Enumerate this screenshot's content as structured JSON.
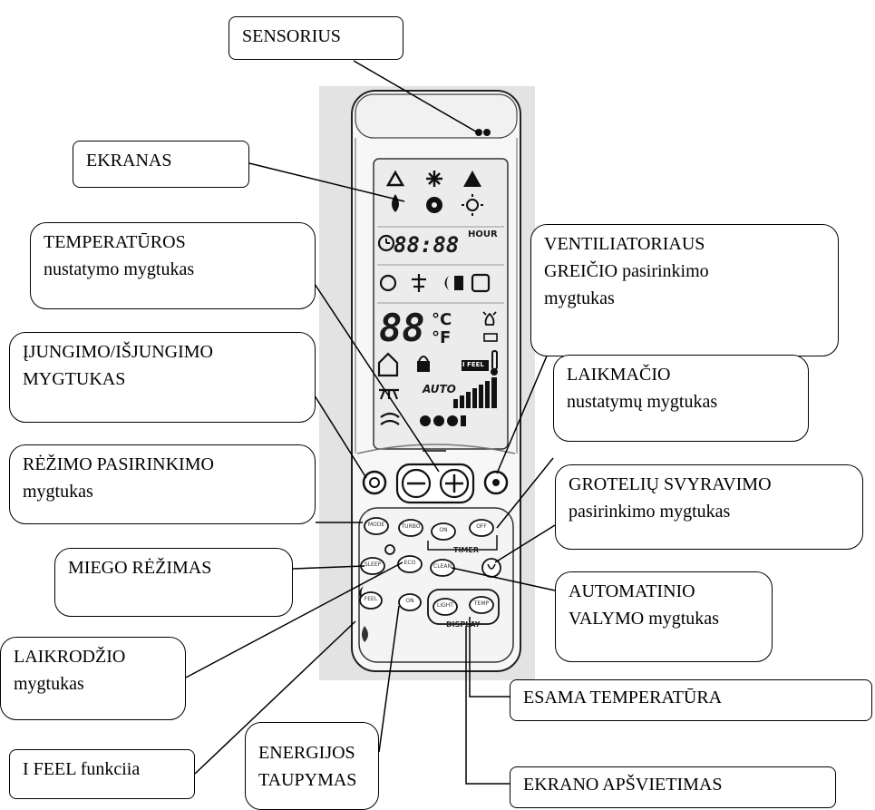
{
  "labels": {
    "sensorius": "SENSORIUS",
    "ekranas": "EKRANAS",
    "temperaturos": {
      "line1": "TEMPERATŪROS",
      "line2": "nustatymo mygtukas"
    },
    "ijungimo": {
      "line1": "ĮJUNGIMO/IŠJUNGIMO",
      "line2": "MYGTUKAS"
    },
    "rezimo": {
      "line1": "RĖŽIMO PASIRINKIMO",
      "line2": "mygtukas"
    },
    "miego": "MIEGO RĖŽIMAS",
    "laikrodzio": {
      "line1": "LAIKRODŽIO",
      "line2": "mygtukas"
    },
    "ifeel": "I FEEL funkciia",
    "energijos": {
      "line1": "ENERGIJOS",
      "line2": "TAUPYMAS"
    },
    "ventiliatoriaus": {
      "line1": "VENTILIATORIAUS",
      "line2": "GREIČIO pasirinkimo",
      "line3": "mygtukas"
    },
    "laikmacio": {
      "line1": "LAIKMAČIO",
      "line2": "nustatymų mygtukas"
    },
    "groteliu": {
      "line1": "GROTELIŲ SVYRAVIMO",
      "line2": "pasirinkimo mygtukas"
    },
    "automatinio": {
      "line1": "AUTOMATINIO",
      "line2": "VALYMO mygtukas"
    },
    "esama": "ESAMA TEMPERATŪRA",
    "ekrano": "EKRANO APŠVIETIMAS"
  },
  "remote": {
    "display": {
      "time": "88:88",
      "hour": "HOUR",
      "temp": "88",
      "celsius": "°C",
      "fahrenheit": "°F",
      "ifeel": "I FEEL",
      "auto": "AUTO"
    },
    "buttons": {
      "mode": "MODE",
      "sleep": "SLEEP",
      "feel": "FEEL",
      "turbo": "TURBO",
      "eco": "ECO",
      "on_off_small": "ON",
      "clean": "CLEAN",
      "light": "LIGHT",
      "temp": "TEMP",
      "on": "ON",
      "off": "OFF"
    },
    "groups": {
      "timer": "TIMER",
      "display": "DISPLAY"
    }
  },
  "colors": {
    "remote_body": "#f7f7f7",
    "outline": "#222222",
    "display_ink": "#1a1a1a",
    "background_photo": "#e3e3e3"
  }
}
